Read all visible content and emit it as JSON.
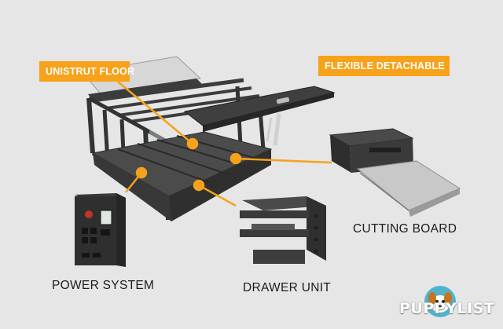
{
  "callouts": {
    "unistrut_floor": "UNISTRUT FLOOR",
    "flexible_detachable": "FLEXIBLE DETACHABLE"
  },
  "labels": {
    "cutting_board": "CUTTING BOARD",
    "power_system": "POWER SYSTEM",
    "drawer_unit": "DRAWER UNIT"
  },
  "logo": {
    "part1": "PUPPY",
    "part2": "LIST"
  },
  "colors": {
    "background": "#e6e6e6",
    "accent": "#f6a21a",
    "frame": "#3a3a3a",
    "panel": "#4a4a4a",
    "steel": "#bcbcbc"
  },
  "icons": {
    "logo_mascot": "dog-mascot-icon"
  }
}
